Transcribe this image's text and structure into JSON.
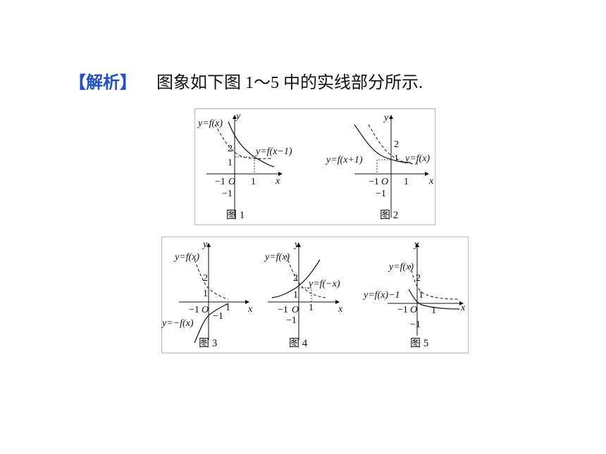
{
  "heading": {
    "tag": "【解析】",
    "text": "图象如下图 1～5 中的实线部分所示."
  },
  "figures": [
    {
      "caption": "图 1",
      "labels": {
        "dashed": "y=f(x)",
        "solid": "y=f(x−1)",
        "x": "x",
        "y": "y",
        "origin": "O",
        "x_neg": "−1",
        "x_pos": "1",
        "y_pos1": "1",
        "y_pos2": "2",
        "y_neg": "−1"
      }
    },
    {
      "caption": "图 2",
      "labels": {
        "solid": "y=f(x+1)",
        "dashed": "y=f(x)",
        "x": "x",
        "y": "y",
        "origin": "O",
        "x_neg": "−1",
        "x_pos": "1",
        "y_pos1": "1",
        "y_pos2": "2",
        "y_neg": "−1"
      }
    },
    {
      "caption": "图 3",
      "labels": {
        "dashed": "y=f(x)",
        "solid": "y=−f(x)",
        "x": "x",
        "y": "y",
        "origin": "O",
        "x_neg": "−1",
        "x_pos": "1",
        "y_pos1": "1",
        "y_pos2": "2",
        "y_neg": "−1"
      }
    },
    {
      "caption": "图 4",
      "labels": {
        "dashed": "y=f(x)",
        "solid": "y=f(−x)",
        "x": "x",
        "y": "y",
        "origin": "O",
        "x_neg": "−1",
        "x_pos": "1",
        "y_pos1": "1",
        "y_pos2": "2",
        "y_neg": "−1"
      }
    },
    {
      "caption": "图 5",
      "labels": {
        "dashed": "y=f(x)",
        "solid": "y=f(x)−1",
        "x": "x",
        "y": "y",
        "origin": "O",
        "x_neg": "−1",
        "x_pos": "1",
        "y_pos1": "1",
        "y_pos2": "2",
        "y_neg": "−1"
      }
    }
  ]
}
